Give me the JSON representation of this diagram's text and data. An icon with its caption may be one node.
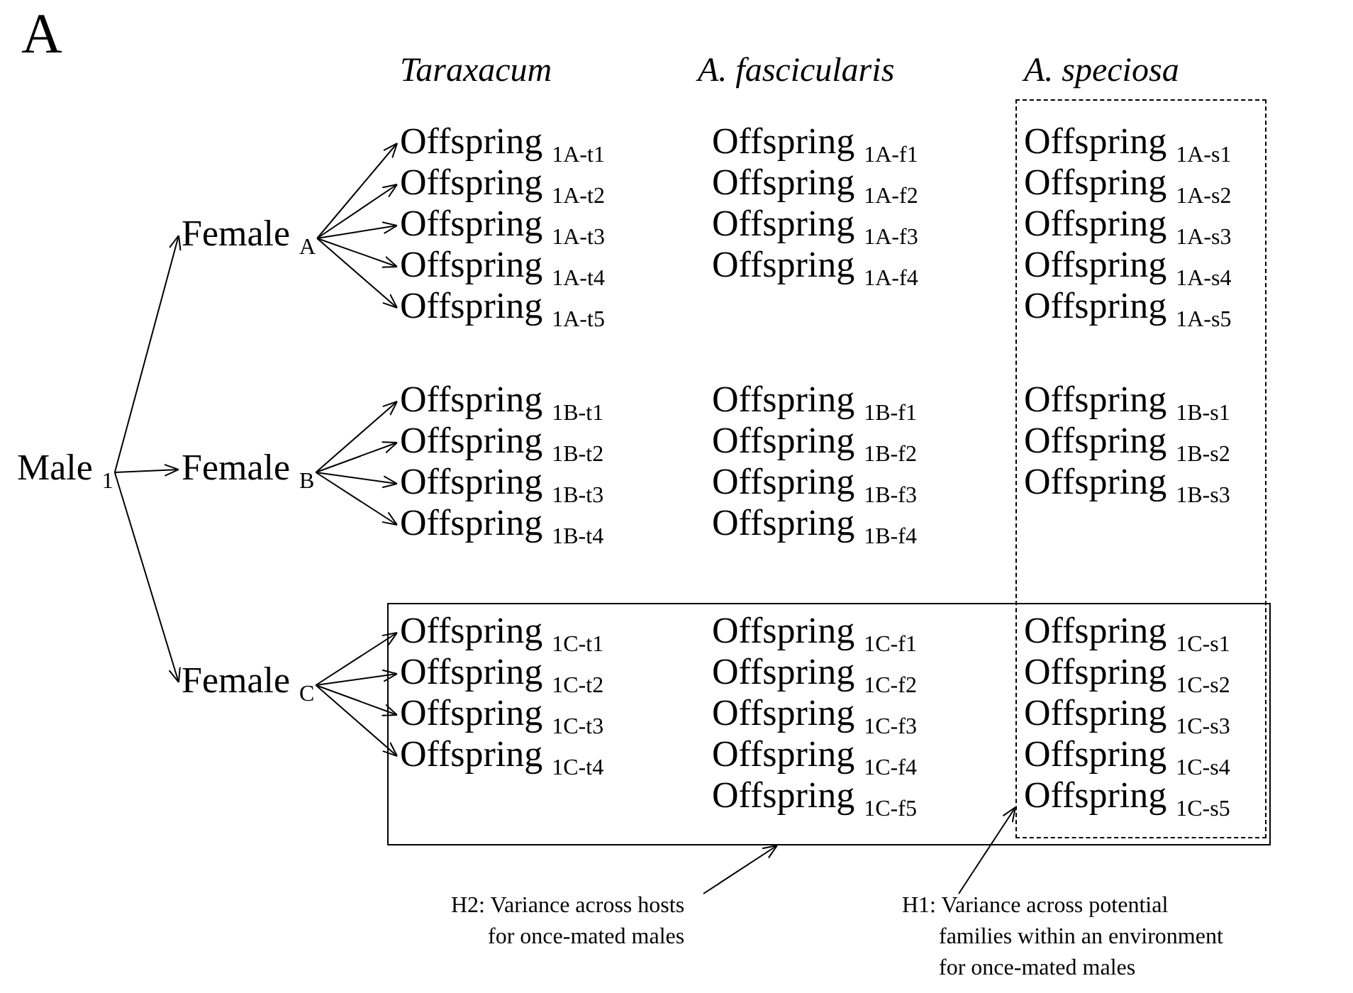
{
  "diagram": {
    "nodes": [
      {
        "text": [
          "Male $_{1}$"
        ]
      },
      {
        "text": [
          "Female $_{A}$"
        ]
      },
      {
        "text": [
          "Female $_{B}$"
        ]
      },
      {
        "text": [
          "Female $_{C}$"
        ]
      },
      {
        "text": [],
        "shape": "box"
      },
      {
        "text": [],
        "shape": "box"
      },
      {
        "text": [
          "Offspring $_{1A-t1}$"
        ]
      },
      {
        "text": [
          "Offspring $_{1A-t2}$"
        ]
      },
      {
        "text": [
          "Offspring $_{1A-t3}$"
        ]
      },
      {
        "text": [
          "Offspring $_{1A-t4}$"
        ]
      },
      {
        "text": [
          "Offspring $_{1A-t5}$"
        ]
      },
      {
        "text": [
          "Offspring $_{1A-f1}$"
        ]
      },
      {
        "text": [
          "Offspring $_{1A-f2}$"
        ]
      },
      {
        "text": [
          "Offspring $_{1A-f3}$"
        ]
      },
      {
        "text": [
          "Offspring $_{1A-f4}$"
        ]
      },
      {
        "text": [
          "Offspring $_{1A-s1}$"
        ],
        "in": 4
      },
      {
        "text": [
          "Offspring $_{1A-s2}$"
        ],
        "in": 4
      },
      {
        "text": [
          "Offspring $_{1A-s3}$"
        ],
        "in": 4
      },
      {
        "text": [
          "Offspring $_{1A-s4}$"
        ],
        "in": 4
      },
      {
        "text": [
          "Offspring $_{1A-s5}$"
        ],
        "in": 4
      },
      {
        "text": [
          "Offspring $_{1B-t1}$"
        ]
      },
      {
        "text": [
          "Offspring $_{1B-t2}$"
        ]
      },
      {
        "text": [
          "Offspring $_{1B-t3}$"
        ]
      },
      {
        "text": [
          "Offspring $_{1B-t4}$"
        ]
      },
      {
        "text": [
          "Offspring $_{1B-f1}$"
        ]
      },
      {
        "text": [
          "Offspring $_{1B-f2}$"
        ]
      },
      {
        "text": [
          "Offspring $_{1B-f3}$"
        ]
      },
      {
        "text": [
          "Offspring $_{1B-f4}$"
        ]
      },
      {
        "text": [
          "Offspring $_{1B-s1}$"
        ],
        "in": 4
      },
      {
        "text": [
          "Offspring $_{1B-s2}$"
        ],
        "in": 4
      },
      {
        "text": [
          "Offspring $_{1B-s3}$"
        ],
        "in": 4
      },
      {
        "text": [
          "Offspring $_{1C-t1}$"
        ],
        "in": 5
      },
      {
        "text": [
          "Offspring $_{1C-t2}$"
        ],
        "in": 5
      },
      {
        "text": [
          "Offspring $_{1C-t3}$"
        ],
        "in": 5
      },
      {
        "text": [
          "Offspring $_{1C-t4}$"
        ],
        "in": 5
      },
      {
        "text": [
          "Offspring $_{1C-f1}$"
        ],
        "in": 5
      },
      {
        "text": [
          "Offspring $_{1C-f2}$"
        ],
        "in": 5
      },
      {
        "text": [
          "Offspring $_{1C-f3}$"
        ],
        "in": 5
      },
      {
        "text": [
          "Offspring $_{1C-f4}$"
        ],
        "in": 5
      },
      {
        "text": [
          "Offspring $_{1C-f5}$"
        ],
        "in": 5
      },
      {
        "text": [
          "Offspring $_{1C-s1}$"
        ]
      },
      {
        "text": [
          "Offspring $_{1C-s2}$"
        ]
      },
      {
        "text": [
          "Offspring $_{1C-s3}$"
        ]
      },
      {
        "text": [
          "Offspring $_{1C-s4}$"
        ]
      },
      {
        "text": [
          "Offspring $_{1C-s5}$"
        ]
      },
      {
        "text": [
          "H2: Variance across hosts for once-mated males"
        ]
      },
      {
        "text": [
          "H1: Variance across potential families within an environment for once-mated males"
        ]
      }
    ],
    "edges": [
      {
        "from": 0,
        "to": 1,
        "arrow": "to"
      },
      {
        "from": 0,
        "to": 2,
        "arrow": "to"
      },
      {
        "from": 0,
        "to": 3,
        "arrow": "to"
      },
      {
        "from": 1,
        "to": 6,
        "arrow": "to"
      },
      {
        "from": 1,
        "to": 7,
        "arrow": "to"
      },
      {
        "from": 1,
        "to": 8,
        "arrow": "to"
      },
      {
        "from": 1,
        "to": 9,
        "arrow": "to"
      },
      {
        "from": 1,
        "to": 10,
        "arrow": "to"
      },
      {
        "from": 2,
        "to": 20,
        "arrow": "to"
      },
      {
        "from": 2,
        "to": 21,
        "arrow": "to"
      },
      {
        "from": 2,
        "to": 22,
        "arrow": "to"
      },
      {
        "from": 2,
        "to": 23,
        "arrow": "to"
      },
      {
        "from": 3,
        "to": 31,
        "arrow": "to"
      },
      {
        "from": 3,
        "to": 32,
        "arrow": "to"
      },
      {
        "from": 3,
        "to": 33,
        "arrow": "to"
      },
      {
        "from": 3,
        "to": 34,
        "arrow": "to"
      },
      {
        "from": 45,
        "to": 5,
        "arrow": "to"
      },
      {
        "from": 46,
        "to": 4,
        "arrow": "to"
      }
    ],
    "labels": [
      "A",
      "Taraxacum",
      "A. fascicularis",
      "A. speciosa"
    ]
  }
}
